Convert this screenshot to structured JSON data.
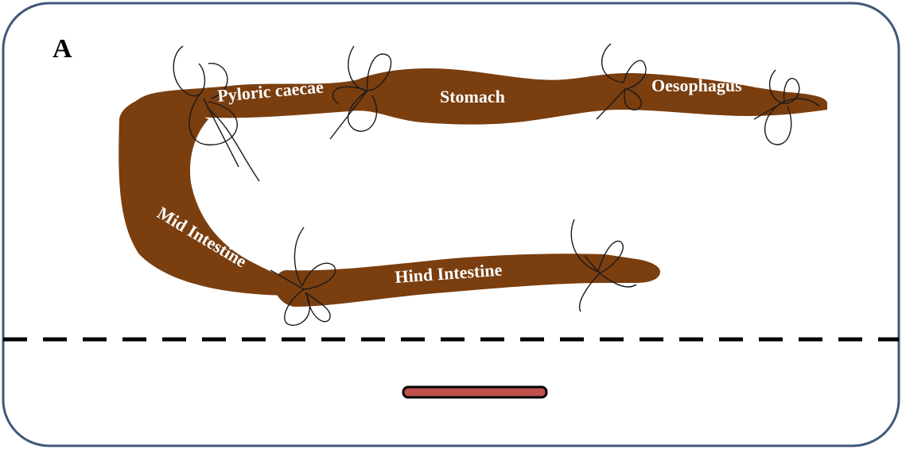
{
  "figure": {
    "panel_letter": "A",
    "labels": {
      "pyloric_caecae": "Pyloric caecae",
      "stomach": "Stomach",
      "oesophagus": "Oesophagus",
      "mid_intestine": "Mid Intestine",
      "hind_intestine": "Hind Intestine"
    }
  },
  "colors": {
    "frame": "#41587a",
    "gut": "#7a3e0f",
    "scale_bar": "#c0504d",
    "dashed_line": "#000000"
  }
}
